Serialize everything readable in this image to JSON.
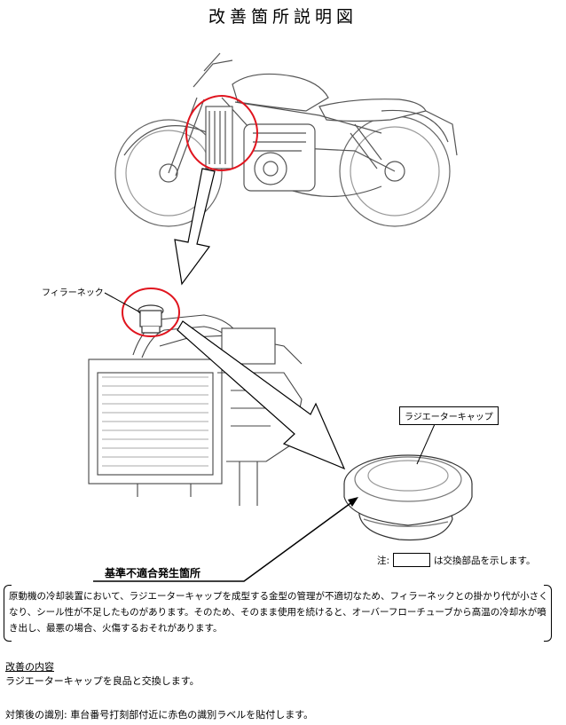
{
  "title": "改善箇所説明図",
  "labels": {
    "filler_neck": "フィラーネック",
    "radiator_cap": "ラジエーターキャップ",
    "defect_location": "基準不適合発生箇所"
  },
  "note": {
    "prefix": "注:",
    "suffix": "は交換部品を示します。"
  },
  "description": "原動機の冷却装置において、ラジエーターキャップを成型する金型の管理が不適切なため、フィラーネックとの掛かり代が小さくなり、シール性が不足したものがあります。そのため、そのまま使用を続けると、オーバーフローチューブから高温の冷却水が噴き出し、最悪の場合、火傷するおそれがあります。",
  "improvement": {
    "heading": "改善の内容",
    "body": "ラジエーターキャップを良品と交換します。"
  },
  "identification": "対策後の識別: 車台番号打刻部付近に赤色の識別ラベルを貼付します。",
  "colors": {
    "highlight_circle": "#e0141e",
    "line": "#000000"
  }
}
